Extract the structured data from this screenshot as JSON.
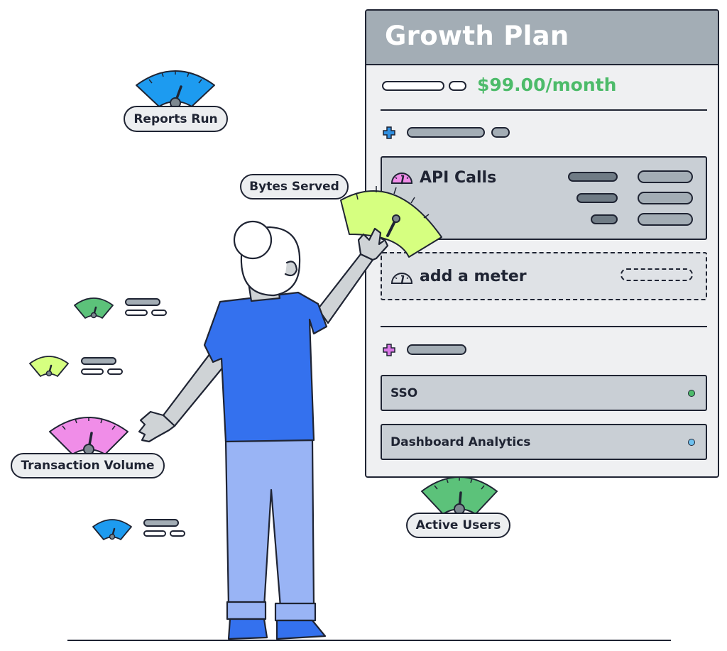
{
  "plan": {
    "title": "Growth Plan",
    "price": "$99.00/month",
    "meter": {
      "label": "API Calls",
      "icon": "gauge-icon",
      "icon_color": "#f08de8"
    },
    "add_meter": {
      "label": "add a meter",
      "icon": "gauge-icon"
    },
    "plus_icon_colors": [
      "#2f8fe0",
      "#d978e6"
    ],
    "features": [
      {
        "label": "SSO",
        "dot_color": "#4dbb6a"
      },
      {
        "label": "Dashboard Analytics",
        "dot_color": "#6ec1f0"
      }
    ]
  },
  "gauges": {
    "reports_run": {
      "label": "Reports Run",
      "color": "#1d9bf0"
    },
    "bytes_served": {
      "label": "Bytes Served",
      "color": "#d6ff80"
    },
    "transaction_volume": {
      "label": "Transaction Volume",
      "color": "#f08de8"
    },
    "active_users": {
      "label": "Active Users",
      "color": "#5cc27a"
    },
    "small": [
      {
        "color": "#5cc27a"
      },
      {
        "color": "#d6ff80"
      },
      {
        "color": "#1d9bf0"
      }
    ]
  },
  "colors": {
    "shirt": "#3471ee",
    "pants": "#99b4f5",
    "skin": "#cfd3d6",
    "shoes": "#3471ee",
    "outline": "#1f2433"
  }
}
